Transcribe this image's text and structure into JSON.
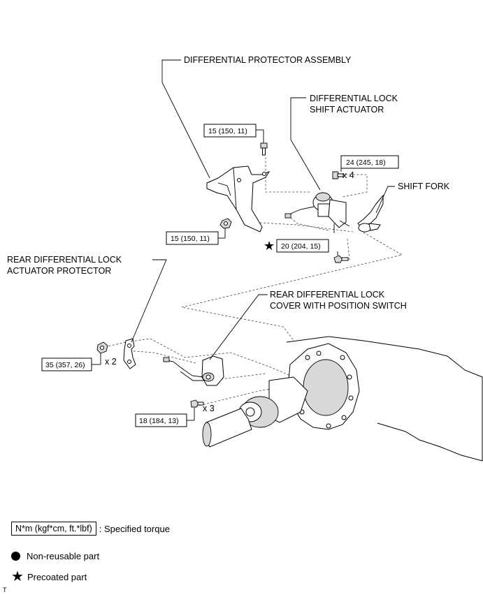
{
  "labels": {
    "differential_protector_assembly": "DIFFERENTIAL PROTECTOR ASSEMBLY",
    "differential_lock_shift_actuator_line1": "DIFFERENTIAL LOCK",
    "differential_lock_shift_actuator_line2": "SHIFT ACTUATOR",
    "shift_fork": "SHIFT FORK",
    "rear_diff_lock_actuator_protector_line1": "REAR DIFFERENTIAL LOCK",
    "rear_diff_lock_actuator_protector_line2": "ACTUATOR PROTECTOR",
    "rear_diff_lock_cover_line1": "REAR DIFFERENTIAL LOCK",
    "rear_diff_lock_cover_line2": "COVER WITH POSITION SWITCH"
  },
  "torques": {
    "protector_bolt_top": "15 (150, 11)",
    "protector_nut": "15 (150, 11)",
    "actuator_bolts": "24 (245, 18)",
    "fork_bolt": "20 (204, 15)",
    "rear_protector_nut": "35 (357, 26)",
    "cover_bolts": "18 (184, 13)"
  },
  "quantities": {
    "actuator_bolts": "x 4",
    "rear_protector_nut": "x 2",
    "cover_bolts": "x 3"
  },
  "legend": {
    "torque_unit": "N*m (kgf*cm, ft.*lbf)",
    "torque_desc": ": Specified torque",
    "non_reusable": "Non-reusable part",
    "precoated": "Precoated part"
  },
  "corner_mark": "T"
}
